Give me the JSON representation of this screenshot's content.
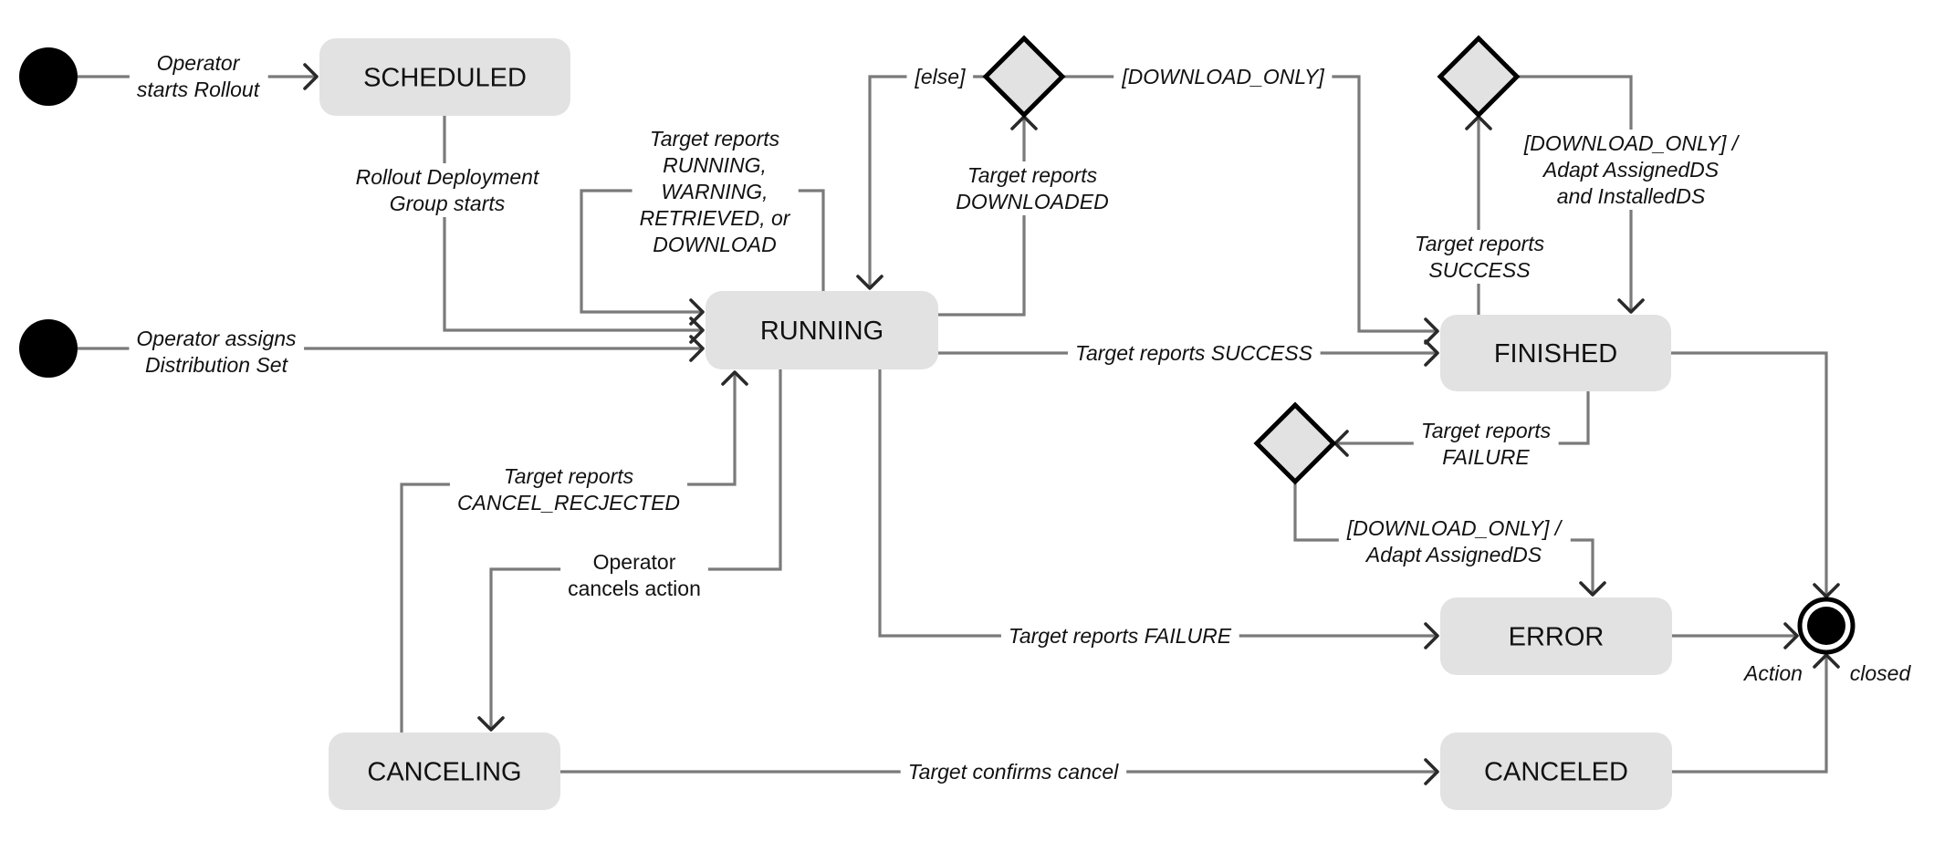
{
  "diagram": {
    "title": "Action state machine",
    "states": {
      "scheduled": "SCHEDULED",
      "running": "RUNNING",
      "finished": "FINISHED",
      "error": "ERROR",
      "canceling": "CANCELING",
      "canceled": "CANCELED"
    },
    "final_state_label": [
      "Action",
      "closed"
    ],
    "transitions": {
      "start_rollout": [
        "Operator",
        "starts Rollout"
      ],
      "assign_ds": [
        "Operator assigns",
        "Distribution Set"
      ],
      "group_starts": [
        "Rollout Deployment",
        "Group starts"
      ],
      "running_loop": [
        "Target reports",
        "RUNNING,",
        "WARNING,",
        "RETRIEVED, or",
        "DOWNLOAD"
      ],
      "downloaded": [
        "Target reports",
        "DOWNLOADED"
      ],
      "else_guard": [
        "[else]"
      ],
      "download_only_guard": [
        "[DOWNLOAD_ONLY]"
      ],
      "running_success": [
        "Target reports SUCCESS"
      ],
      "finished_success": [
        "Target reports",
        "SUCCESS"
      ],
      "finished_download_only": [
        "[DOWNLOAD_ONLY] /",
        "Adapt AssignedDS",
        "and InstalledDS"
      ],
      "finished_failure": [
        "Target reports",
        "FAILURE"
      ],
      "error_download_only": [
        "[DOWNLOAD_ONLY] /",
        "Adapt AssignedDS"
      ],
      "running_failure": [
        "Target reports FAILURE"
      ],
      "cancel_rejected": [
        "Target reports",
        "CANCEL_RECJECTED"
      ],
      "operator_cancels": [
        "Operator",
        "cancels action"
      ],
      "confirms_cancel": [
        "Target confirms cancel"
      ]
    },
    "colors": {
      "state_fill": "#e2e2e2",
      "edge": "#7a7a7a",
      "node_stroke": "#000000"
    }
  }
}
